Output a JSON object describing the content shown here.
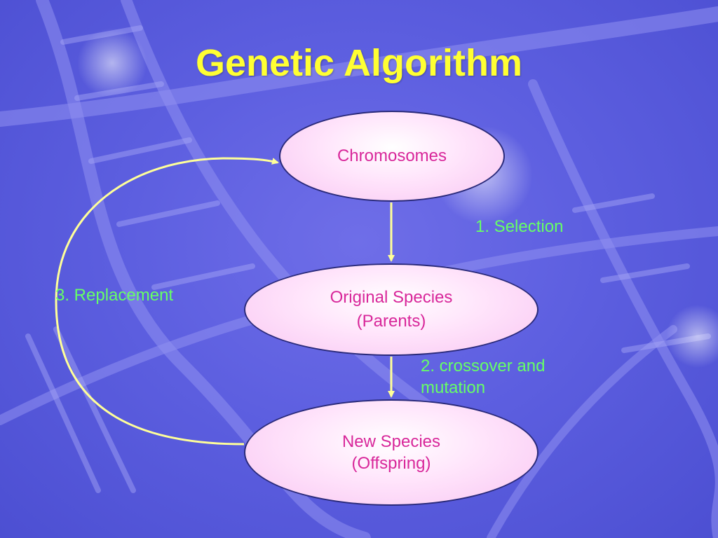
{
  "title": "Genetic Algorithm",
  "nodes": {
    "chromosomes": "Chromosomes",
    "parents": "Original Species\n(Parents)",
    "offspring": "New Species\n(Offspring)"
  },
  "steps": {
    "selection": "1. Selection",
    "crossover": "2. crossover and\nmutation",
    "replacement": "3. Replacement"
  },
  "colors": {
    "background": "#5d5fe0",
    "title": "#ffff33",
    "node_text": "#d8279a",
    "step_text": "#66ff66",
    "arrow": "#ffff99"
  }
}
